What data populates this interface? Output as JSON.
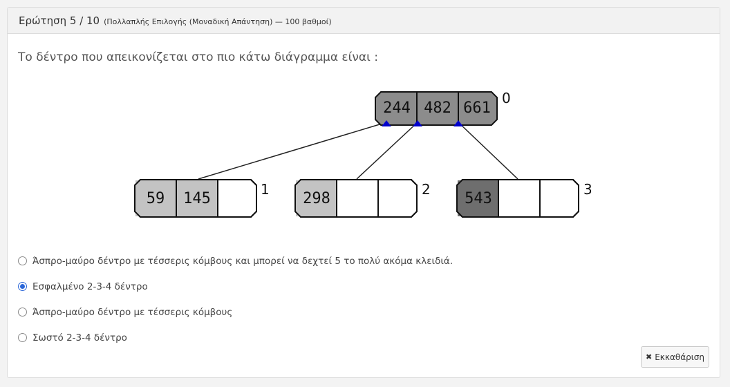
{
  "question": {
    "title": "Ερώτηση 5 / 10",
    "subtitle": "(Πολλαπλής Επιλογής (Μοναδική Απάντηση) — 100 βαθμοί)",
    "text": "Το δέντρο που απεικονίζεται στο πιο κάτω διάγραμμα είναι :"
  },
  "diagram": {
    "nodes": [
      {
        "index": "0",
        "keys": [
          "244",
          "482",
          "661"
        ]
      },
      {
        "index": "1",
        "keys": [
          "59",
          "145",
          ""
        ]
      },
      {
        "index": "2",
        "keys": [
          "298",
          "",
          ""
        ]
      },
      {
        "index": "3",
        "keys": [
          "543",
          "",
          ""
        ]
      }
    ]
  },
  "options": [
    {
      "label": "Άσπρο-μαύρο δέντρο με τέσσερις κόμβους και μπορεί να δεχτεί 5 το πολύ ακόμα κλειδιά.",
      "checked": false
    },
    {
      "label": "Εσφαλμένο 2-3-4 δέντρο",
      "checked": true
    },
    {
      "label": "Άσπρο-μαύρο δέντρο με τέσσερις κόμβους",
      "checked": false
    },
    {
      "label": "Σωστό 2-3-4 δέντρο",
      "checked": false
    }
  ],
  "clear_button": {
    "label": "Εκκαθάριση",
    "icon": "close-icon"
  },
  "colors": {
    "root_fill": "#8c8c8c",
    "leaf_fill": "#c3c3c3",
    "dark_fill": "#6e6e6e",
    "empty_fill": "#ffffff",
    "pointer": "#0000cc",
    "radio_checked": "#2a66d8"
  }
}
